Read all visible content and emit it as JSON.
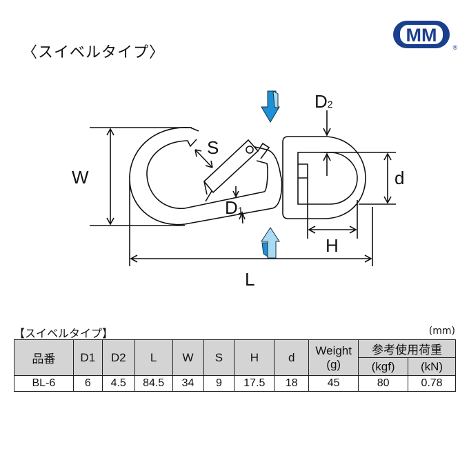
{
  "title": "〈スイベルタイプ〉",
  "logo": {
    "text": "MM",
    "registered": "®",
    "color": "#1b3f8f"
  },
  "diagram": {
    "labels": {
      "W": "W",
      "L": "L",
      "S": "S",
      "D1": "D",
      "D1_sub": "1",
      "D2": "D",
      "D2_sub": "2",
      "d": "d",
      "H": "H"
    },
    "arrow_color": "#1e90d8",
    "arrow_light": "#a9dcf3"
  },
  "table": {
    "caption": "【スイベルタイプ】",
    "unit": "(mm)",
    "headers": {
      "part_no": "品番",
      "D1": "D1",
      "D2": "D2",
      "L": "L",
      "W": "W",
      "S": "S",
      "H": "H",
      "d": "d",
      "weight": "Weight",
      "weight_unit": "(g)",
      "load": "参考使用荷重",
      "load_kgf": "(kgf)",
      "load_kn": "(kN)"
    },
    "rows": [
      {
        "part_no": "BL-6",
        "D1": "6",
        "D2": "4.5",
        "L": "84.5",
        "W": "34",
        "S": "9",
        "H": "17.5",
        "d": "18",
        "weight": "45",
        "load_kgf": "80",
        "load_kn": "0.78"
      }
    ]
  }
}
